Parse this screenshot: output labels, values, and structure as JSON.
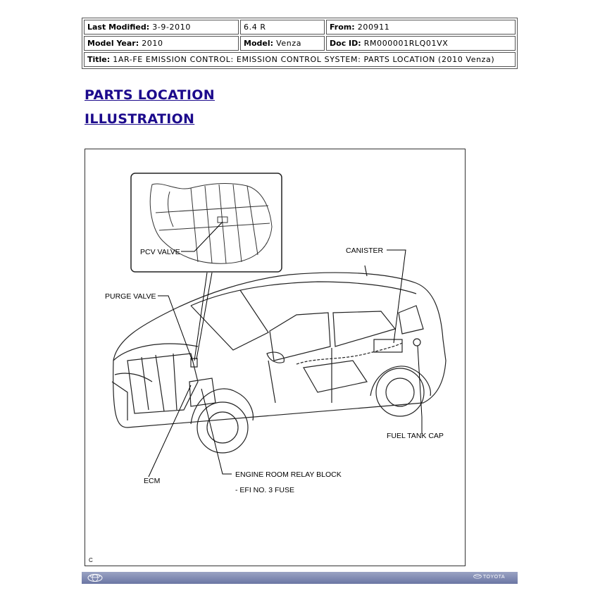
{
  "meta": {
    "last_modified_label": "Last Modified:",
    "last_modified_value": " 3-9-2010",
    "version": "6.4 R",
    "from_label": "From:",
    "from_value": " 200911",
    "model_year_label": "Model Year:",
    "model_year_value": " 2010",
    "model_label": "Model:",
    "model_value": " Venza",
    "doc_id_label": "Doc ID:",
    "doc_id_value": " RM000001RLQ01VX",
    "title_label": "Title:",
    "title_value": " 1AR-FE EMISSION CONTROL: EMISSION CONTROL SYSTEM: PARTS LOCATION (2010 Venza)"
  },
  "headings": {
    "parts_location": "PARTS LOCATION",
    "illustration": "ILLUSTRATION"
  },
  "figure": {
    "labels": {
      "pcv_valve": "PCV VALVE",
      "canister": "CANISTER",
      "purge_valve": "PURGE VALVE",
      "fuel_tank_cap": "FUEL TANK CAP",
      "ecm": "ECM",
      "engine_room_relay_block": "ENGINE ROOM RELAY BLOCK",
      "efi_fuse": "- EFI NO. 3 FUSE"
    },
    "code": "C"
  },
  "footer": {
    "brand": "TOYOTA"
  }
}
